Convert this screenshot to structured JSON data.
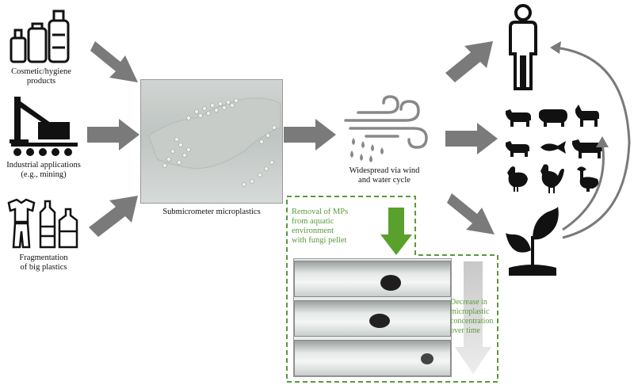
{
  "sources": {
    "cosmetic_label": "Cosmetic/hygiene\nproducts",
    "industrial_label": "Industrial applications\n(e.g., mining)",
    "fragmentation_label": "Fragmentation\nof big plastics"
  },
  "center": {
    "micro_label": "Submicrometer microplastics"
  },
  "spread": {
    "label": "Widespread via wind\nand water cycle"
  },
  "removal": {
    "label": "Removal of MPs\nfrom aquatic\nenvironment\nwith fungi pellet",
    "decrease_label": "Decrease in\nmicroplastic\nconcentration\nover time"
  },
  "colors": {
    "arrow_gray": "#7a7a7a",
    "green": "#5a9a3a",
    "icon": "#111111"
  },
  "icons": [
    "cosmetic-bottles-icon",
    "drilling-rig-icon",
    "clothes-bottles-icon",
    "wind-rain-icon",
    "human-icon",
    "cow-icon",
    "pig-icon",
    "goat-icon",
    "cow-icon",
    "fish-icon",
    "bull-icon",
    "hen-icon",
    "rooster-icon",
    "duck-icon",
    "plant-icon"
  ]
}
